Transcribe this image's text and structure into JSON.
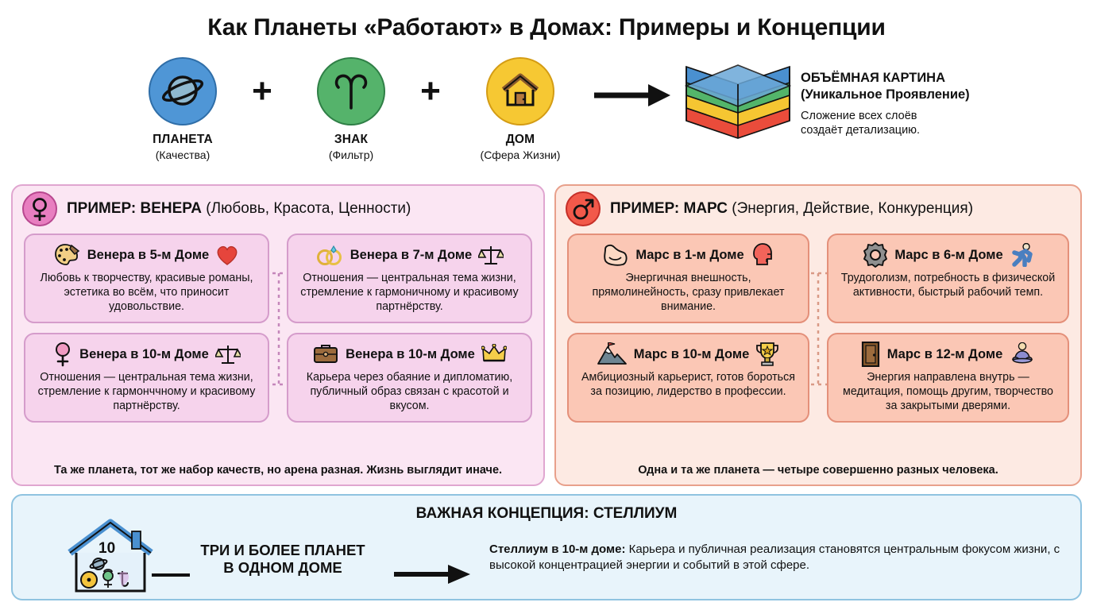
{
  "title": "Как Планеты «Работают» в Домах: Примеры и Концепции",
  "formula": {
    "items": [
      {
        "icon": "planet-saturn-icon",
        "label": "ПЛАНЕТА",
        "sub": "(Качества)",
        "color": "#4f96d6",
        "border": "#2f6ea8"
      },
      {
        "icon": "aries-sign-icon",
        "label": "ЗНАК",
        "sub": "(Фильтр)",
        "color": "#55b36b",
        "border": "#2f7f46"
      },
      {
        "icon": "house-icon",
        "label": "ДОМ",
        "sub": "(Сфера Жизни)",
        "color": "#f6c833",
        "border": "#d49c14"
      }
    ],
    "operator": "+",
    "arrow": "arrow-right-icon"
  },
  "stack": {
    "heading_line1": "ОБЪЁМНАЯ КАРТИНА",
    "heading_line2": "(Уникальное Проявление)",
    "caption_line1": "Сложение всех слоёв",
    "caption_line2": "создаёт детализацию.",
    "layer_colors": [
      "#6ba8d8",
      "#4a90d0",
      "#53b56a",
      "#f5c632",
      "#ea4c3b"
    ]
  },
  "venus": {
    "badge_icon": "venus-symbol-icon",
    "title_bold": "ПРИМЕР: ВЕНЕРА",
    "title_light": " (Любовь, Красота, Ценности)",
    "cards": [
      {
        "left_icon": "palette-icon",
        "right_icon": "heart-icon",
        "title": "Венера в 5-м Доме",
        "body": "Любовь к творчеству, красивые романы, эстетика во всём, что приносит удовольствие."
      },
      {
        "left_icon": "wedding-rings-icon",
        "right_icon": "scales-icon",
        "title": "Венера в 7-м Доме",
        "body": "Отношения — центральная тема жизни, стремление к гармоничному и красивому партнёрству."
      },
      {
        "left_icon": "venus-symbol-icon",
        "right_icon": "scales-icon",
        "title": "Венера в 10-м Доме",
        "body": "Отношения — центральная тема жизни, стремление к гармонччному и красивому партнёрству."
      },
      {
        "left_icon": "briefcase-icon",
        "right_icon": "crown-icon",
        "title": "Венера в 10-м Доме",
        "body": "Карьера через обаяние и дипломатию, публичный образ связан с красотой и вкусом."
      }
    ],
    "footnote": "Та же планета, тот же набор качеств, но арена разная. Жизнь выглядит иначе."
  },
  "mars": {
    "badge_icon": "mars-symbol-icon",
    "title_bold": "ПРИМЕР: МАРС",
    "title_light": " (Энергия, Действие, Конкуренция)",
    "cards": [
      {
        "left_icon": "flexed-biceps-icon",
        "right_icon": "head-profile-icon",
        "title": "Марс в 1-м Доме",
        "body": "Энергичная внешность, прямолинейность, сразу привлекает внимание."
      },
      {
        "left_icon": "gear-icon",
        "right_icon": "runner-icon",
        "title": "Марс в 6-м Доме",
        "body": "Трудоголизм, потребность в физической активности, быстрый рабочий темп."
      },
      {
        "left_icon": "mountain-flag-icon",
        "right_icon": "trophy-icon",
        "title": "Марс в 10-м Доме",
        "body": "Амбициозный карьерист, готов бороться за позицию, лидерство в профессии."
      },
      {
        "left_icon": "door-icon",
        "right_icon": "meditation-icon",
        "title": "Марс в 12-м Доме",
        "body": "Энергия направлена внутрь — медитация, помощь другим, творчество за закрытыми дверями."
      }
    ],
    "footnote": "Одна и та же планета — четыре совершенно разных человека."
  },
  "stellium": {
    "title": "ВАЖНАЯ КОНЦЕПЦИЯ: СТЕЛЛИУМ",
    "house_number": "10",
    "house_icon": "house-with-planets-icon",
    "middle_line1": "ТРИ И БОЛЕЕ ПЛАНЕТ",
    "middle_line2": "В ОДНОМ ДОМЕ",
    "arrow": "arrow-right-icon",
    "desc_bold": "Стеллиум в 10-м доме:",
    "desc_rest": " Карьера и публичная реализация становятся центральным фокусом жизни, с высокой концентрацией энергии и событий в этой сфере."
  }
}
